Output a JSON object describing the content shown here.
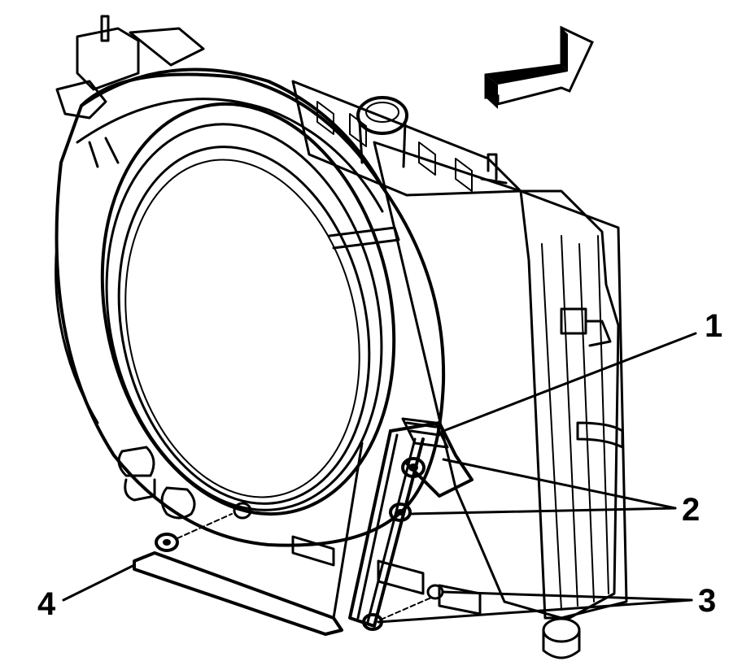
{
  "callouts": {
    "c1": "1",
    "c2": "2",
    "c3": "3",
    "c4": "4"
  },
  "colors": {
    "ink": "#000000",
    "background": "#ffffff"
  }
}
